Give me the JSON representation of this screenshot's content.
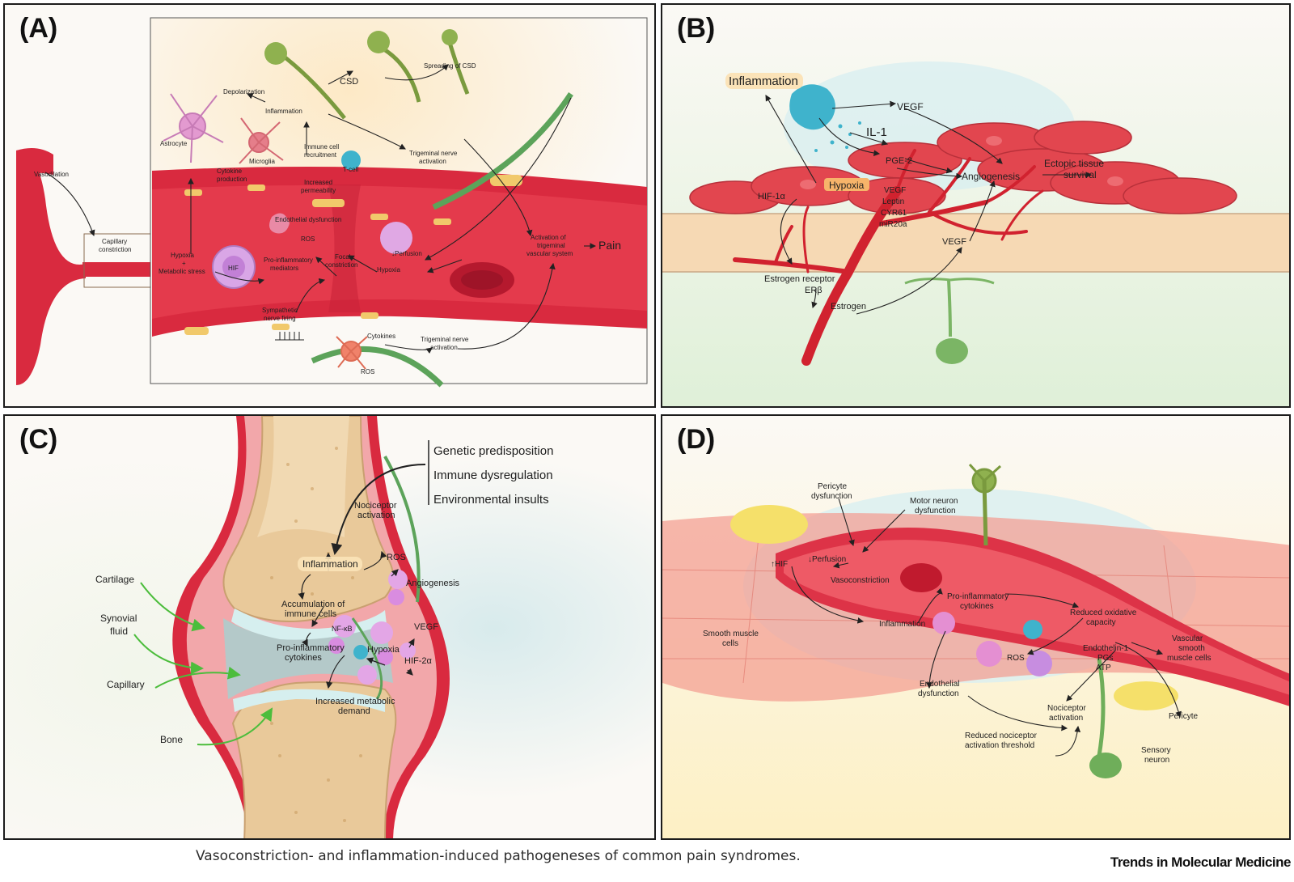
{
  "panels": {
    "a": {
      "label": "(A)",
      "texts": {
        "vasodilation": "Vasodilation",
        "capillary_constriction_1": "Capillary",
        "capillary_constriction_2": "constriction",
        "depolarization": "Depolarization",
        "csd": "CSD",
        "spreading_csd": "Spreading of CSD",
        "inflammation": "Inflammation",
        "astrocyte": "Astrocyte",
        "immune_recruit_1": "Immune cell",
        "immune_recruit_2": "recruitment",
        "microglia": "Microglia",
        "t_cell": "T-cell",
        "cytokine_prod_1": "Cytokine",
        "cytokine_prod_2": "production",
        "increased_perm_1": "Increased",
        "increased_perm_2": "permeability",
        "trig_activation_1": "Trigeminal nerve",
        "trig_activation_2": "activation",
        "endothelial_dysfunction": "Endothelial dysfunction",
        "ros": "ROS",
        "hypoxia_1": "Hypoxia",
        "hypoxia_2": "+",
        "hypoxia_3": "Metabolic stress",
        "hif": "HIF",
        "pro_inflam_1": "Pro-inflammatory",
        "pro_inflam_2": "mediators",
        "focal_1": "Focal",
        "focal_2": "constriction",
        "perfusion": "↓Perfusion",
        "hypoxia": "Hypoxia",
        "activation_tvs_1": "Activation of",
        "activation_tvs_2": "trigeminal",
        "activation_tvs_3": "vascular system",
        "pain": "Pain",
        "sympathetic_1": "Sympathetic",
        "sympathetic_2": "nerve firing",
        "cytokines": "Cytokines",
        "trig_activation_b_1": "Trigeminal nerve",
        "trig_activation_b_2": "activation",
        "ros_b": "ROS"
      }
    },
    "b": {
      "label": "(B)",
      "texts": {
        "inflammation": "Inflammation",
        "vegf_top": "VEGF",
        "il1": "IL-1",
        "pge2": "PGE-2",
        "angiogenesis": "Angiogenesis",
        "ectopic_1": "Ectopic tissue",
        "ectopic_2": "survival",
        "hypoxia": "Hypoxia",
        "hif1a": "HIF-1α",
        "vegf_list": "VEGF",
        "leptin": "Leptin",
        "cyr61": "CYR61",
        "mir20a": "miR20a",
        "vegf_mid": "VEGF",
        "estrogen_receptor": "Estrogen receptor",
        "erb": "ERβ",
        "estrogen": "Estrogen"
      }
    },
    "c": {
      "label": "(C)",
      "texts": {
        "genetic": "Genetic predisposition",
        "immune": "Immune dysregulation",
        "environmental": "Environmental insults",
        "nociceptor_1": "Nociceptor",
        "nociceptor_2": "activation",
        "inflammation": "Inflammation",
        "ros": "ROS",
        "angiogenesis": "Angiogenesis",
        "accumulation_1": "Accumulation of",
        "accumulation_2": "immune cells",
        "nfkb": "NF-κB",
        "vegf": "VEGF",
        "pro_inflam_1": "Pro-inflammatory",
        "pro_inflam_2": "cytokines",
        "hypoxia": "Hypoxia",
        "hif2a": "HIF-2α",
        "increased_met_1": "Increased metabolic",
        "increased_met_2": "demand",
        "cartilage": "Cartilage",
        "synovial_1": "Synovial",
        "synovial_2": "fluid",
        "capillary": "Capillary",
        "bone": "Bone"
      }
    },
    "d": {
      "label": "(D)",
      "texts": {
        "pericyte_dys_1": "Pericyte",
        "pericyte_dys_2": "dysfunction",
        "motor_dys_1": "Motor neuron",
        "motor_dys_2": "dysfunction",
        "hif": "↑HIF",
        "perfusion": "↓Perfusion",
        "vasoconstriction": "Vasoconstriction",
        "pro_inflam_1": "Pro-inflammatory",
        "pro_inflam_2": "cytokines",
        "smooth_muscle_1": "Smooth muscle",
        "smooth_muscle_2": "cells",
        "inflammation": "Inflammation",
        "reduced_ox_1": "Reduced oxidative",
        "reduced_ox_2": "capacity",
        "vascular_sm_1": "Vascular",
        "vascular_sm_2": "smooth",
        "vascular_sm_3": "muscle cells",
        "ros": "ROS",
        "endothelin": "Endothelin-1",
        "pgs": "PGs",
        "atp": "ATP",
        "endo_dys_1": "Endothelial",
        "endo_dys_2": "dysfunction",
        "nociceptor_1": "Nociceptor",
        "nociceptor_2": "activation",
        "pericyte": "Pericyte",
        "reduced_noci_1": "Reduced nociceptor",
        "reduced_noci_2": "activation threshold",
        "sensory_1": "Sensory",
        "sensory_2": "neuron"
      }
    }
  },
  "caption": "Vasoconstriction- and inflammation-induced pathogeneses of common pain syndromes.",
  "brand": "Trends in Molecular Medicine",
  "colors": {
    "vessel_red": "#d92a3f",
    "vessel_dark": "#b51c30",
    "tissue_peach": "#f6d9b4",
    "neuron_green": "#6fae5a",
    "immune_cyan": "#3fb3cc",
    "cell_purple": "#c77ad6",
    "bone_tan": "#e9c99a",
    "label_highlight": "#fbe3b8"
  }
}
